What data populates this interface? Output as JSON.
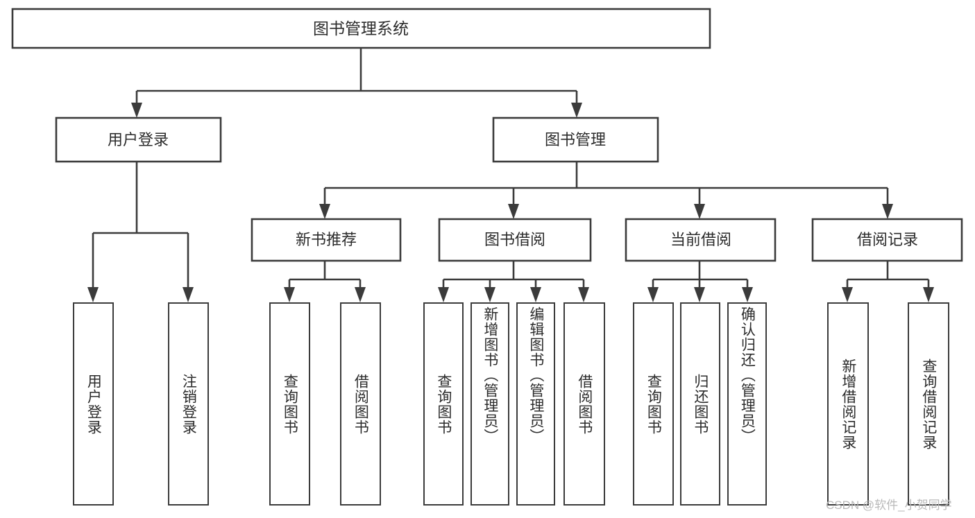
{
  "diagram": {
    "type": "tree",
    "title": "图书管理系统",
    "watermark": "CSDN @软件_小贺同学",
    "colors": {
      "stroke": "#3b3b3b",
      "fill": "#ffffff",
      "text": "#2b2b2b",
      "watermark": "#b9b9b9"
    },
    "root": {
      "label": "图书管理系统"
    },
    "level2": [
      {
        "label": "用户登录"
      },
      {
        "label": "图书管理"
      }
    ],
    "level3": [
      {
        "label": "新书推荐"
      },
      {
        "label": "图书借阅"
      },
      {
        "label": "当前借阅"
      },
      {
        "label": "借阅记录"
      }
    ],
    "leaves": {
      "user_login": [
        {
          "label": "用户登录"
        },
        {
          "label": "注销登录"
        }
      ],
      "new_book": [
        {
          "label": "查询图书"
        },
        {
          "label": "借阅图书"
        }
      ],
      "book_borrow": [
        {
          "label": "查询图书"
        },
        {
          "label": "新增图书（管理员）"
        },
        {
          "label": "编辑图书（管理员）"
        },
        {
          "label": "借阅图书"
        }
      ],
      "current_borrow": [
        {
          "label": "查询图书"
        },
        {
          "label": "归还图书"
        },
        {
          "label": "确认归还（管理员）"
        }
      ],
      "borrow_record": [
        {
          "label": "新增借阅记录"
        },
        {
          "label": "查询借阅记录"
        }
      ]
    }
  }
}
